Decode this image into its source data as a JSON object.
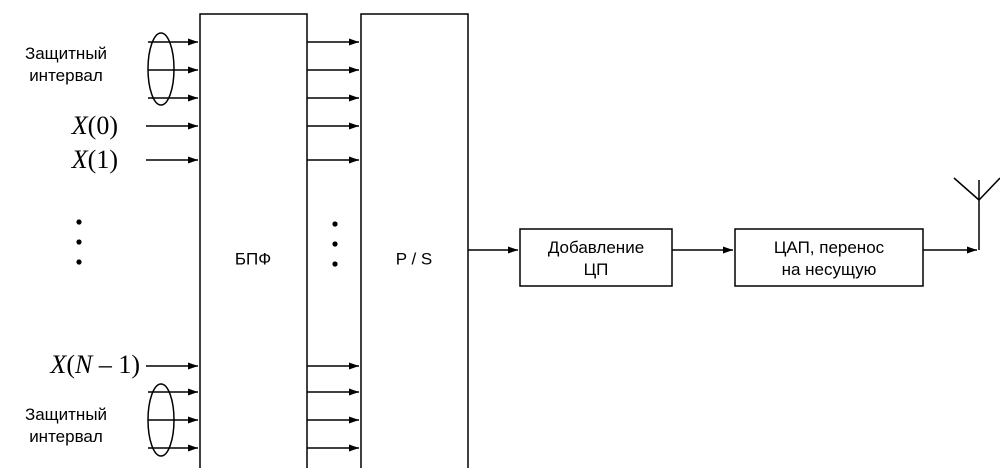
{
  "diagram": {
    "inputs": {
      "guard_top": [
        "Защитный",
        "интервал"
      ],
      "x0": {
        "var": "X",
        "arg": "(0)"
      },
      "x1": {
        "var": "X",
        "arg": "(1)"
      },
      "xn": {
        "var": "X",
        "arg_open": "(",
        "n": "N",
        "rest": " – 1)"
      },
      "guard_bottom": [
        "Защитный",
        "интервал"
      ]
    },
    "blocks": {
      "fft": "БПФ",
      "ps": "P / S",
      "cp": [
        "Добавление",
        "ЦП"
      ],
      "dac": [
        "ЦАП, перенос",
        "на несущую"
      ]
    },
    "colors": {
      "line": "#000000",
      "background": "#ffffff"
    }
  }
}
